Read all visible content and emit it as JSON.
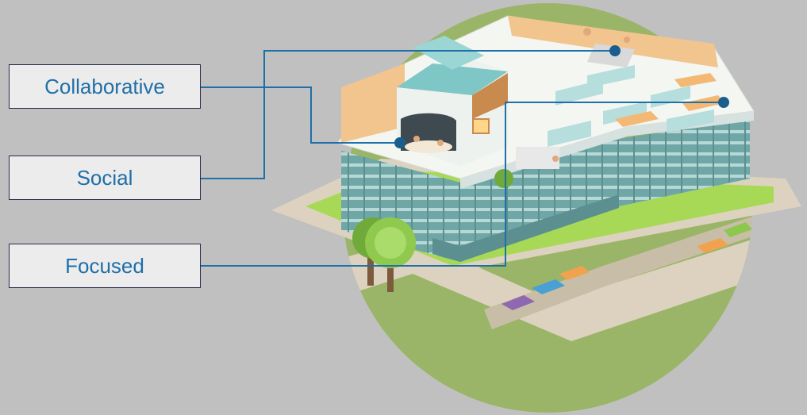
{
  "labels": {
    "collaborative": "Collaborative",
    "social": "Social",
    "focused": "Focused"
  },
  "colors": {
    "background": "#c0c0c0",
    "box_fill": "#ececec",
    "box_border": "#262a4a",
    "label_text": "#1f6fa8",
    "connector": "#1f6fa8",
    "marker": "#1a5e8f",
    "building_glass": "#6fa7a7",
    "roof": "#7fc6c6",
    "floor": "#f4f6f2",
    "wall_accent": "#f2c48e",
    "lawn": "#9ab568",
    "grass_strip": "#a7d957",
    "road": "#dcd2bf"
  },
  "icons": [
    "building-illustration",
    "tree-icon",
    "car-icon",
    "connector-marker"
  ]
}
